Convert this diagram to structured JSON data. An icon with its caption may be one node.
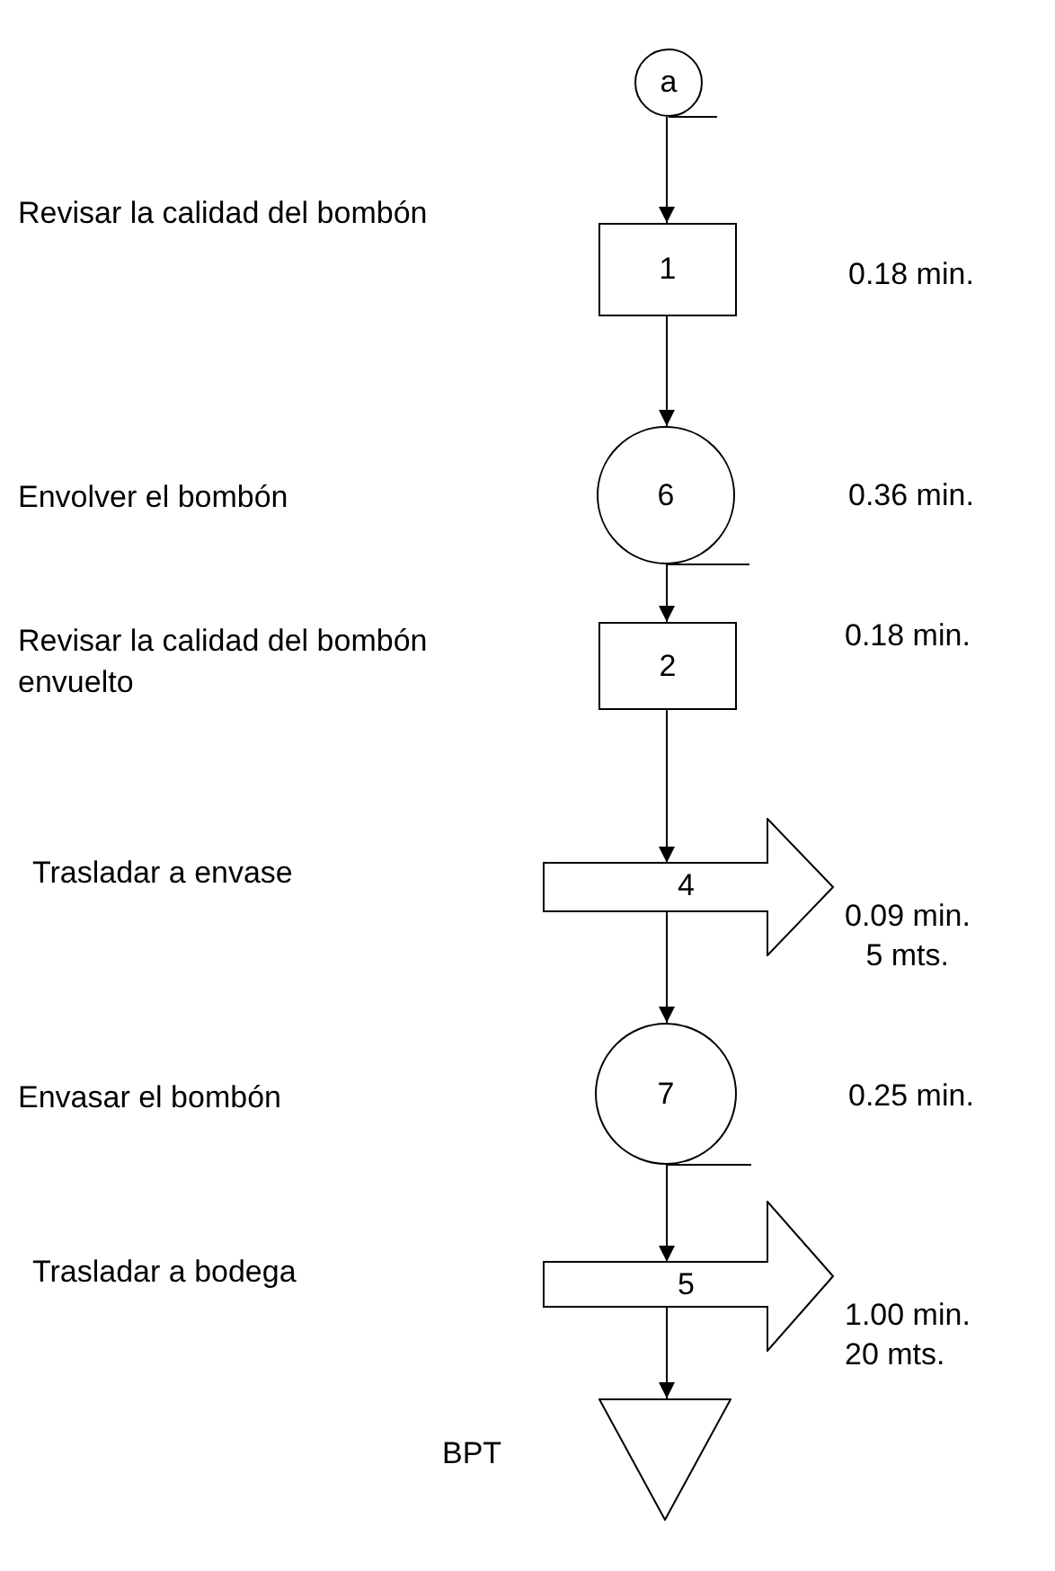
{
  "diagram": {
    "nodes": [
      {
        "text": [
          "a"
        ]
      },
      {
        "text": [
          "1"
        ],
        "beside": [
          "0.18 min."
        ]
      },
      {
        "text": [
          "6"
        ],
        "beside": [
          "0.36 min."
        ]
      },
      {
        "text": [
          "2"
        ],
        "beside": [
          "0.18 min."
        ]
      },
      {
        "text": [
          "4"
        ],
        "beside": [
          "0.09 min.",
          "5 mts."
        ]
      },
      {
        "text": [
          "7"
        ],
        "beside": [
          "0.25 min."
        ]
      },
      {
        "text": [
          "5"
        ],
        "beside": [
          "1.00 min.",
          "20 mts."
        ]
      },
      {
        "text": [],
        "shape": "triangle",
        "beside": [
          "BPT"
        ]
      }
    ],
    "edges": [
      {
        "from": 0,
        "to": 1,
        "arrow": "to"
      },
      {
        "from": 1,
        "to": 2,
        "arrow": "to"
      },
      {
        "from": 2,
        "to": 3,
        "arrow": "to"
      },
      {
        "from": 3,
        "to": 4,
        "arrow": "to"
      },
      {
        "from": 4,
        "to": 5,
        "arrow": "to"
      },
      {
        "from": 5,
        "to": 6,
        "arrow": "to"
      },
      {
        "from": 6,
        "to": 7,
        "arrow": "to"
      }
    ],
    "labels": [
      "Revisar la calidad del bombón",
      "Envolver el bombón",
      "Revisar la calidad del bombón envuelto",
      "Trasladar a envase",
      "Envasar el bombón",
      "Trasladar a bodega"
    ]
  }
}
